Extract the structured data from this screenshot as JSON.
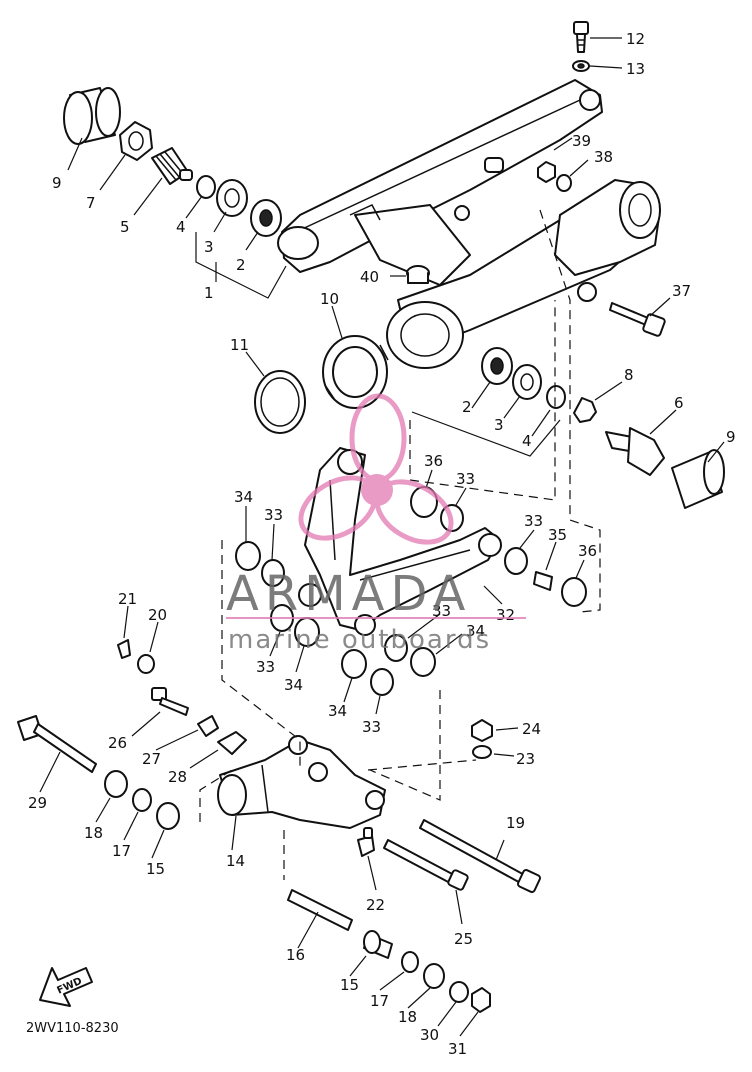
{
  "diagram": {
    "reference_code": "2WV110-8230",
    "direction_label": "FWD",
    "callouts": [
      {
        "id": "c12",
        "text": "12"
      },
      {
        "id": "c13",
        "text": "13"
      },
      {
        "id": "c9a",
        "text": "9"
      },
      {
        "id": "c7",
        "text": "7"
      },
      {
        "id": "c5",
        "text": "5"
      },
      {
        "id": "c4a",
        "text": "4"
      },
      {
        "id": "c3a",
        "text": "3"
      },
      {
        "id": "c2a",
        "text": "2"
      },
      {
        "id": "c1",
        "text": "1"
      },
      {
        "id": "c39",
        "text": "39"
      },
      {
        "id": "c38",
        "text": "38"
      },
      {
        "id": "c40",
        "text": "40"
      },
      {
        "id": "c10",
        "text": "10"
      },
      {
        "id": "c37",
        "text": "37"
      },
      {
        "id": "c11",
        "text": "11"
      },
      {
        "id": "c8",
        "text": "8"
      },
      {
        "id": "c6",
        "text": "6"
      },
      {
        "id": "c9b",
        "text": "9"
      },
      {
        "id": "c2b",
        "text": "2"
      },
      {
        "id": "c3b",
        "text": "3"
      },
      {
        "id": "c4b",
        "text": "4"
      },
      {
        "id": "c36a",
        "text": "36"
      },
      {
        "id": "c33a",
        "text": "33"
      },
      {
        "id": "c34a",
        "text": "34"
      },
      {
        "id": "c33b",
        "text": "33"
      },
      {
        "id": "c33c",
        "text": "33"
      },
      {
        "id": "c35",
        "text": "35"
      },
      {
        "id": "c36b",
        "text": "36"
      },
      {
        "id": "c21",
        "text": "21"
      },
      {
        "id": "c20",
        "text": "20"
      },
      {
        "id": "c33d",
        "text": "33"
      },
      {
        "id": "c32",
        "text": "32"
      },
      {
        "id": "c34b",
        "text": "34"
      },
      {
        "id": "c33e",
        "text": "33"
      },
      {
        "id": "c34c",
        "text": "34"
      },
      {
        "id": "c34d",
        "text": "34"
      },
      {
        "id": "c33f",
        "text": "33"
      },
      {
        "id": "c26",
        "text": "26"
      },
      {
        "id": "c24",
        "text": "24"
      },
      {
        "id": "c27",
        "text": "27"
      },
      {
        "id": "c28",
        "text": "28"
      },
      {
        "id": "c23",
        "text": "23"
      },
      {
        "id": "c29",
        "text": "29"
      },
      {
        "id": "c18a",
        "text": "18"
      },
      {
        "id": "c17a",
        "text": "17"
      },
      {
        "id": "c15a",
        "text": "15"
      },
      {
        "id": "c14",
        "text": "14"
      },
      {
        "id": "c19",
        "text": "19"
      },
      {
        "id": "c22",
        "text": "22"
      },
      {
        "id": "c25",
        "text": "25"
      },
      {
        "id": "c16",
        "text": "16"
      },
      {
        "id": "c15b",
        "text": "15"
      },
      {
        "id": "c17b",
        "text": "17"
      },
      {
        "id": "c18b",
        "text": "18"
      },
      {
        "id": "c30",
        "text": "30"
      },
      {
        "id": "c31",
        "text": "31"
      }
    ]
  },
  "watermark": {
    "brand": "ARMADA",
    "tagline": "marine outboards",
    "brand_color": "#666666",
    "logo_color": "#e27ab3"
  }
}
